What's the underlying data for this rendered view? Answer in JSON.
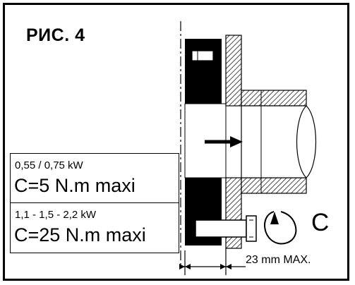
{
  "figure": {
    "title": "РИС. 4"
  },
  "torque_table": {
    "rows": [
      {
        "power": "0,55 / 0,75 kW",
        "torque": "C=5 N.m maxi"
      },
      {
        "power": "1,1 - 1,5 - 2,2 kW",
        "torque": "C=25 N.m maxi"
      }
    ]
  },
  "labels": {
    "torque_symbol": "C",
    "dimension": "23 mm MAX."
  }
}
